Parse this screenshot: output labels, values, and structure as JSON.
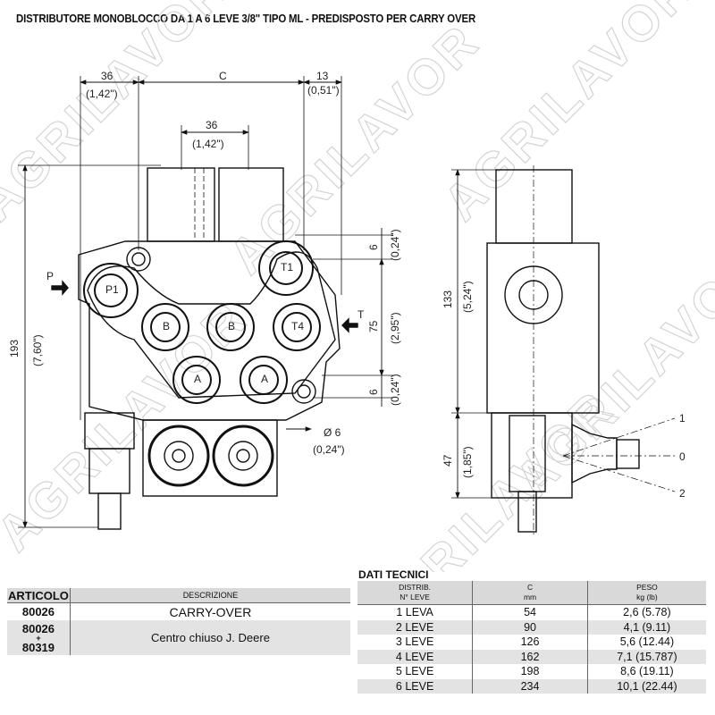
{
  "title": "DISTRIBUTORE MONOBLOCCO DA 1 A 6 LEVE 3/8\" TIPO ML - PREDISPOSTO PER CARRY OVER",
  "watermark": "AGRILAVOR",
  "front_view": {
    "dim_top_left": {
      "mm": "36",
      "in": "(1,42\")"
    },
    "dim_c": "C",
    "dim_top_right": {
      "mm": "13",
      "in": "(0,51\")"
    },
    "dim_inner": {
      "mm": "36",
      "in": "(1,42\")"
    },
    "dim_height": {
      "mm": "193",
      "in": "(7,60\")"
    },
    "dim_r_top": {
      "mm": "6",
      "in": "(0,24\")"
    },
    "dim_r_mid": {
      "mm": "75",
      "in": "(2,95\")"
    },
    "dim_r_bot": {
      "mm": "6",
      "in": "(0,24\")"
    },
    "dim_hole": {
      "mm": "Ø 6",
      "in": "(0,24\")"
    },
    "port_p": "P",
    "port_t": "T",
    "port_labels": [
      "P1",
      "T1",
      "B",
      "B",
      "T4",
      "A",
      "A"
    ]
  },
  "side_view": {
    "dim_body": {
      "mm": "133",
      "in": "(5,24\")"
    },
    "dim_lower": {
      "mm": "47",
      "in": "(1,85\")"
    },
    "lever_positions": [
      "1",
      "0",
      "2"
    ]
  },
  "articles_table": {
    "headers": [
      "ARTICOLO",
      "DESCRIZIONE"
    ],
    "rows": [
      {
        "articolo": [
          "80026"
        ],
        "descrizione": "CARRY-OVER"
      },
      {
        "articolo": [
          "80026",
          "+",
          "80319"
        ],
        "descrizione": "Centro chiuso J. Deere"
      }
    ]
  },
  "tech_data": {
    "title": "DATI TECNICI",
    "headers": [
      {
        "l1": "DISTRIB.",
        "l2": "N° LEVE"
      },
      {
        "l1": "C",
        "l2": "mm"
      },
      {
        "l1": "PESO",
        "l2": "kg (lb)"
      }
    ],
    "rows": [
      [
        "1 LEVA",
        "54",
        "2,6 (5.78)"
      ],
      [
        "2 LEVE",
        "90",
        "4,1 (9.11)"
      ],
      [
        "3 LEVE",
        "126",
        "5,6 (12.44)"
      ],
      [
        "4 LEVE",
        "162",
        "7,1 (15.787)"
      ],
      [
        "5 LEVE",
        "198",
        "8,6 (19.11)"
      ],
      [
        "6 LEVE",
        "234",
        "10,1 (22.44)"
      ]
    ]
  }
}
